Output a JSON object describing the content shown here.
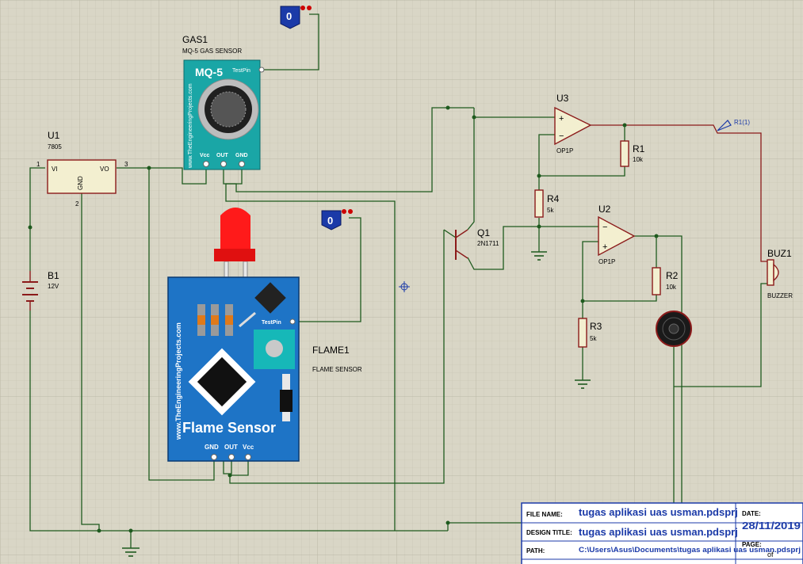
{
  "components": {
    "gas": {
      "ref": "GAS1",
      "value": "MQ-5 GAS SENSOR",
      "model": "MQ-5",
      "test_pin": "TestPin",
      "site": "www.TheEngineeringProjects.com",
      "pins": [
        "Vcc",
        "OUT",
        "GND"
      ]
    },
    "flame": {
      "ref": "FLAME1",
      "value": "FLAME SENSOR",
      "title": "Flame Sensor",
      "test_pin": "TestPin",
      "site": "www.TheEngineeringProjects.com",
      "pins": [
        "GND",
        "OUT",
        "Vcc"
      ]
    },
    "u1": {
      "ref": "U1",
      "value": "7805",
      "pin_vi": "VI",
      "pin_vo": "VO",
      "pin_gnd": "GND",
      "pin1": "1",
      "pin2": "2",
      "pin3": "3"
    },
    "b1": {
      "ref": "B1",
      "value": "12V"
    },
    "u3": {
      "ref": "U3",
      "value": "OP1P"
    },
    "u2": {
      "ref": "U2",
      "value": "OP1P"
    },
    "q1": {
      "ref": "Q1",
      "value": "2N1711"
    },
    "r1": {
      "ref": "R1",
      "value": "10k"
    },
    "r2": {
      "ref": "R2",
      "value": "10k"
    },
    "r3": {
      "ref": "R3",
      "value": "5k"
    },
    "r4": {
      "ref": "R4",
      "value": "5k"
    },
    "buz": {
      "ref": "BUZ1",
      "value": "BUZZER"
    },
    "probe": {
      "label": "R1(1)"
    },
    "logic1": {
      "value": "0"
    },
    "logic2": {
      "value": "0"
    },
    "opamp_plus": "+",
    "opamp_minus": "−"
  },
  "title_block": {
    "file_label": "FILE NAME:",
    "file_value": "tugas aplikasi uas usman.pdsprj",
    "design_label": "DESIGN TITLE:",
    "design_value": "tugas aplikasi uas usman.pdsprj",
    "path_label": "PATH:",
    "path_value": "C:\\Users\\Asus\\Documents\\tugas aplikasi uas usman.pdsprj",
    "date_label": "DATE:",
    "date_value": "28/11/2019",
    "page_label": "PAGE:",
    "page_value": "of"
  },
  "colors": {
    "grid_bg": "#d9d6c6",
    "wire": "#1e5a1e",
    "component_outline": "#8b1a1a",
    "flame_board": "#1e74c6",
    "gas_board": "#1aa6a6",
    "led": "#ff1a1a",
    "logic_probe": "#1b3aa8"
  }
}
